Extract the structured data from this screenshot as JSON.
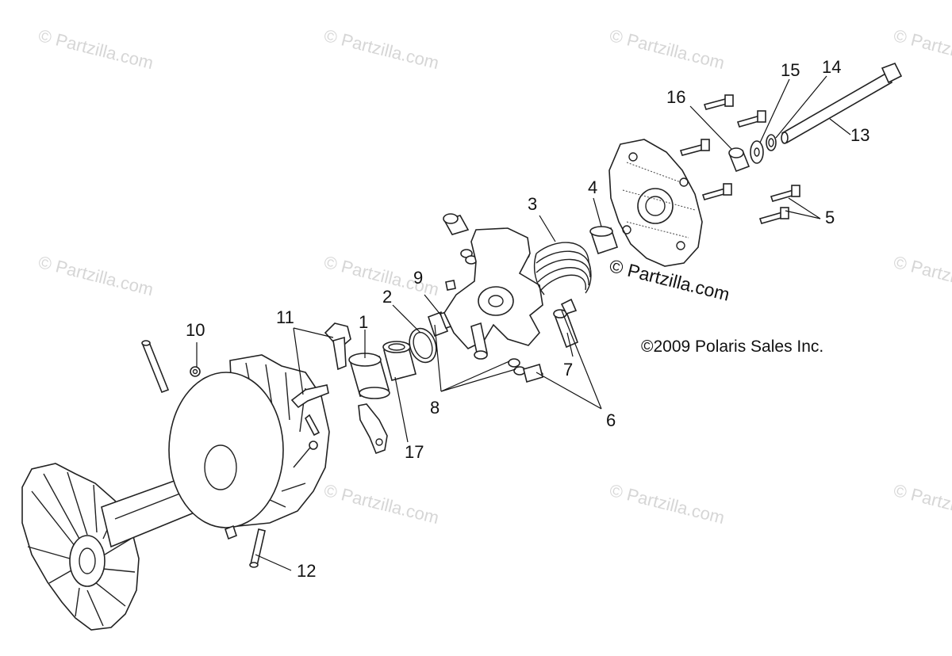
{
  "watermark_text": "© Partzilla.com",
  "brand_text": "© Partzilla.com",
  "copyright_text": "©2009 Polaris Sales Inc.",
  "callouts": {
    "c1": "1",
    "c2": "2",
    "c3": "3",
    "c4": "4",
    "c5": "5",
    "c6": "6",
    "c7": "7",
    "c8": "8",
    "c9": "9",
    "c10": "10",
    "c11": "11",
    "c12": "12",
    "c13": "13",
    "c14": "14",
    "c15": "15",
    "c16": "16",
    "c17": "17"
  },
  "colors": {
    "line": "#222222",
    "watermark": "#d6d6d6",
    "background": "#ffffff"
  }
}
